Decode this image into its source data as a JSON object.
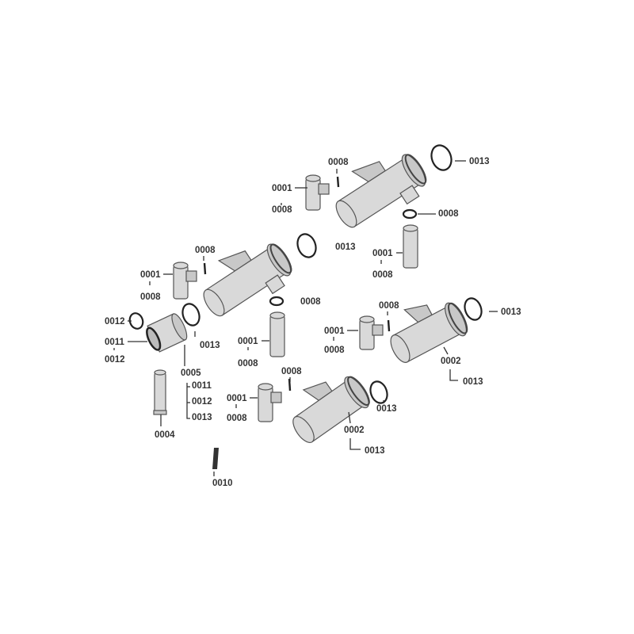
{
  "diagram": {
    "labels": [
      "0008",
      "0001",
      "0008",
      "0013",
      "0008",
      "0001",
      "0008",
      "0008",
      "0001",
      "0008",
      "0013",
      "0008",
      "0012",
      "0011",
      "0012",
      "0013",
      "0001",
      "0008",
      "0008",
      "0001",
      "0008",
      "0013",
      "0002",
      "0013",
      "0005",
      "0011",
      "0012",
      "0013",
      "0008",
      "0001",
      "0008",
      "0013",
      "0002",
      "0013",
      "0004",
      "0010"
    ],
    "colors": {
      "part_fill": "#d9d9d9",
      "outline": "#555555",
      "ring": "#222222",
      "label": "#333333"
    }
  }
}
